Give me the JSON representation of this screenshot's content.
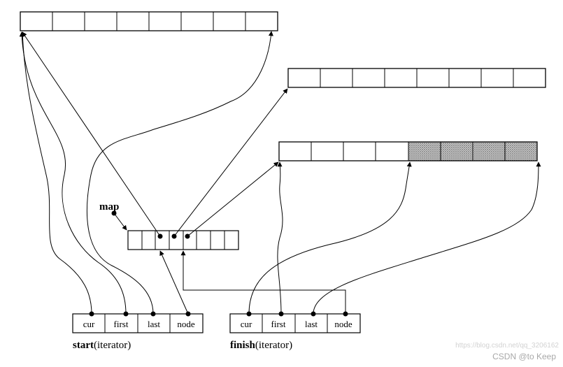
{
  "diagram": {
    "map_label": "map",
    "start": {
      "name": "start",
      "suffix": "(iterator)",
      "fields": [
        "cur",
        "first",
        "last",
        "node"
      ]
    },
    "finish": {
      "name": "finish",
      "suffix": "(iterator)",
      "fields": [
        "cur",
        "first",
        "last",
        "node"
      ]
    }
  },
  "watermark": {
    "url": "https://blog.csdn.net/qq_3206162",
    "brand": "CSDN @to Keep"
  }
}
